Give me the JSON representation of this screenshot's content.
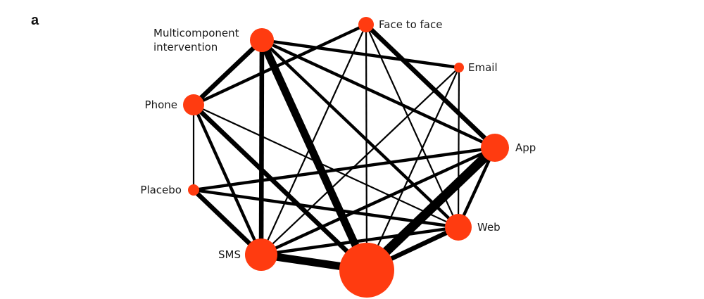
{
  "panel_label": "a",
  "colors": {
    "node": "#ff3b10",
    "edge": "#000000"
  },
  "nodes": [
    {
      "id": "multi",
      "label_lines": [
        "Multicomponent",
        "intervention"
      ]
    },
    {
      "id": "face",
      "label_lines": [
        "Face to face"
      ]
    },
    {
      "id": "email",
      "label_lines": [
        "Email"
      ]
    },
    {
      "id": "phone",
      "label_lines": [
        "Phone"
      ]
    },
    {
      "id": "app",
      "label_lines": [
        "App"
      ]
    },
    {
      "id": "placebo",
      "label_lines": [
        "Placebo"
      ]
    },
    {
      "id": "web",
      "label_lines": [
        "Web"
      ]
    },
    {
      "id": "sms",
      "label_lines": [
        "SMS"
      ]
    },
    {
      "id": "usual",
      "label_lines": []
    }
  ],
  "edges": [
    {
      "a": "multi",
      "b": "usual",
      "weight": 5
    },
    {
      "a": "multi",
      "b": "phone",
      "weight": 3
    },
    {
      "a": "multi",
      "b": "sms",
      "weight": 3
    },
    {
      "a": "multi",
      "b": "email",
      "weight": 2
    },
    {
      "a": "multi",
      "b": "web",
      "weight": 2
    },
    {
      "a": "multi",
      "b": "app",
      "weight": 2
    },
    {
      "a": "face",
      "b": "phone",
      "weight": 2
    },
    {
      "a": "face",
      "b": "app",
      "weight": 3
    },
    {
      "a": "face",
      "b": "sms",
      "weight": 1
    },
    {
      "a": "face",
      "b": "usual",
      "weight": 1
    },
    {
      "a": "face",
      "b": "web",
      "weight": 1
    },
    {
      "a": "email",
      "b": "web",
      "weight": 1
    },
    {
      "a": "email",
      "b": "usual",
      "weight": 1
    },
    {
      "a": "email",
      "b": "sms",
      "weight": 1
    },
    {
      "a": "phone",
      "b": "usual",
      "weight": 3
    },
    {
      "a": "phone",
      "b": "placebo",
      "weight": 1
    },
    {
      "a": "phone",
      "b": "web",
      "weight": 1
    },
    {
      "a": "phone",
      "b": "sms",
      "weight": 2
    },
    {
      "a": "app",
      "b": "usual",
      "weight": 6
    },
    {
      "a": "app",
      "b": "placebo",
      "weight": 2
    },
    {
      "a": "app",
      "b": "sms",
      "weight": 2
    },
    {
      "a": "app",
      "b": "web",
      "weight": 2
    },
    {
      "a": "placebo",
      "b": "sms",
      "weight": 3
    },
    {
      "a": "placebo",
      "b": "web",
      "weight": 2
    },
    {
      "a": "web",
      "b": "usual",
      "weight": 3
    },
    {
      "a": "web",
      "b": "sms",
      "weight": 2
    },
    {
      "a": "sms",
      "b": "usual",
      "weight": 5
    }
  ]
}
